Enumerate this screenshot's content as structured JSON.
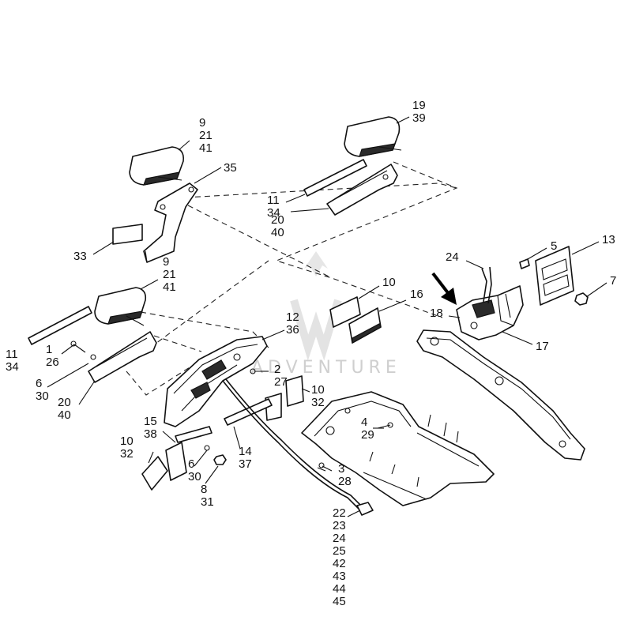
{
  "callouts": [
    {
      "id": "c-9-21-41-top",
      "lines": [
        "9",
        "21",
        "41"
      ]
    },
    {
      "id": "c-19-39",
      "lines": [
        "19",
        "39"
      ]
    },
    {
      "id": "c-35",
      "lines": [
        "35"
      ]
    },
    {
      "id": "c-11-34-upper",
      "lines": [
        "11",
        "34"
      ]
    },
    {
      "id": "c-20-40-upper",
      "lines": [
        "20",
        "40"
      ]
    },
    {
      "id": "c-33",
      "lines": [
        "33"
      ]
    },
    {
      "id": "c-9-21-41-mid",
      "lines": [
        "9",
        "21",
        "41"
      ]
    },
    {
      "id": "c-24",
      "lines": [
        "24"
      ]
    },
    {
      "id": "c-5",
      "lines": [
        "5"
      ]
    },
    {
      "id": "c-13",
      "lines": [
        "13"
      ]
    },
    {
      "id": "c-7",
      "lines": [
        "7"
      ]
    },
    {
      "id": "c-10-upper",
      "lines": [
        "10"
      ]
    },
    {
      "id": "c-16",
      "lines": [
        "16"
      ]
    },
    {
      "id": "c-18",
      "lines": [
        "18"
      ]
    },
    {
      "id": "c-17",
      "lines": [
        "17"
      ]
    },
    {
      "id": "c-11-34-left",
      "lines": [
        "11",
        "34"
      ]
    },
    {
      "id": "c-1-26",
      "lines": [
        "1",
        "26"
      ]
    },
    {
      "id": "c-6-30-left",
      "lines": [
        "6",
        "30"
      ]
    },
    {
      "id": "c-20-40-left",
      "lines": [
        "20",
        "40"
      ]
    },
    {
      "id": "c-12-36",
      "lines": [
        "12",
        "36"
      ]
    },
    {
      "id": "c-2-27",
      "lines": [
        "2",
        "27"
      ]
    },
    {
      "id": "c-10-32-right",
      "lines": [
        "10",
        "32"
      ]
    },
    {
      "id": "c-15-38",
      "lines": [
        "15",
        "38"
      ]
    },
    {
      "id": "c-10-32-lower",
      "lines": [
        "10",
        "32"
      ]
    },
    {
      "id": "c-6-30-lower",
      "lines": [
        "6",
        "30"
      ]
    },
    {
      "id": "c-8-31",
      "lines": [
        "8",
        "31"
      ]
    },
    {
      "id": "c-14-37",
      "lines": [
        "14",
        "37"
      ]
    },
    {
      "id": "c-4-29",
      "lines": [
        "4",
        "29"
      ]
    },
    {
      "id": "c-3-28",
      "lines": [
        "3",
        "28"
      ]
    },
    {
      "id": "c-22-45",
      "lines": [
        "22",
        "23",
        "24",
        "25",
        "42",
        "43",
        "44",
        "45"
      ]
    }
  ],
  "watermark": {
    "text": "ADVENTURE"
  }
}
